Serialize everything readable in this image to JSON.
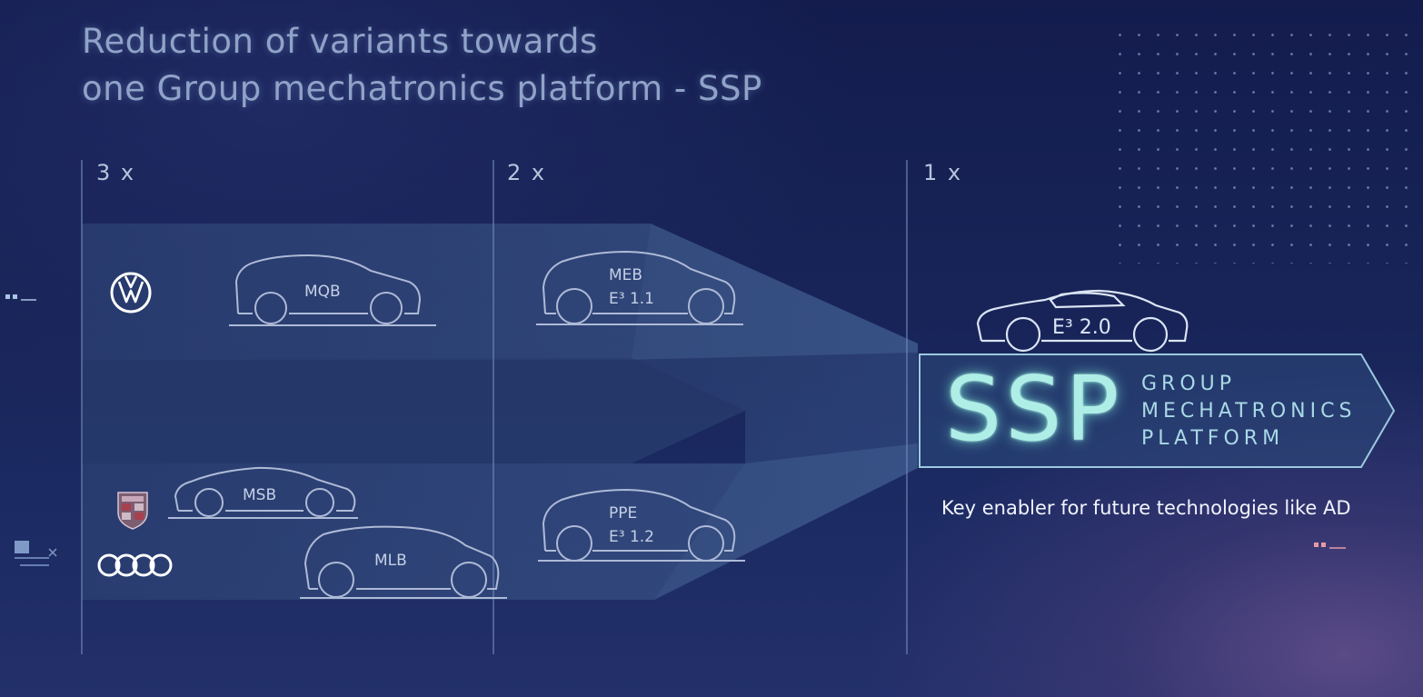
{
  "title": {
    "line1": "Reduction of variants towards",
    "line2": "one Group mechatronics platform - SSP"
  },
  "columns": [
    {
      "label": "3 x"
    },
    {
      "label": "2 x"
    },
    {
      "label": "1 x"
    }
  ],
  "brands": [
    {
      "name": "Volkswagen",
      "icon": "vw-logo-icon"
    },
    {
      "name": "Porsche",
      "icon": "porsche-crest-icon"
    },
    {
      "name": "Audi",
      "icon": "audi-rings-icon"
    }
  ],
  "platforms": {
    "mqb": "MQB",
    "msb": "MSB",
    "mlb": "MLB",
    "meb": {
      "line1": "MEB",
      "line2": "E³ 1.1"
    },
    "ppe": {
      "line1": "PPE",
      "line2": "E³ 1.2"
    },
    "ssp_car": "E³ 2.0"
  },
  "ssp": {
    "abbr": "SSP",
    "line1": "GROUP",
    "line2": "MECHATRONICS",
    "line3": "PLATFORM"
  },
  "tagline": "Key enabler for future technologies like AD",
  "colors": {
    "background": "#182458",
    "band": "#3a5283",
    "ssp_glow": "#aeeee6",
    "accent_pink": "#e59aa6"
  }
}
